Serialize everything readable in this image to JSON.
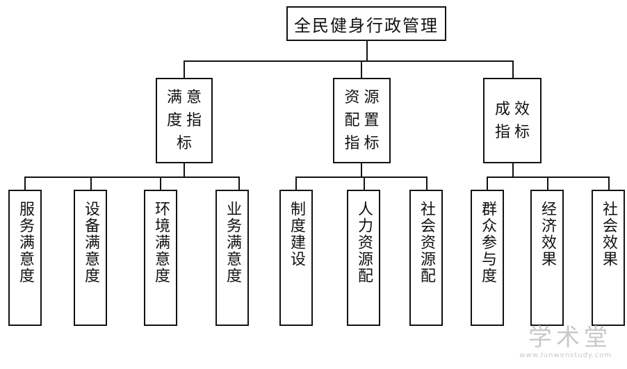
{
  "root": {
    "label": "全民健身行政管理"
  },
  "indicators": [
    {
      "label": "满意度指标",
      "children": [
        "服务满意度",
        "设备满意度",
        "环境满意度",
        "业务满意度"
      ]
    },
    {
      "label": "资源配置指标",
      "children": [
        "制度建设",
        "人力资源配",
        "社会资源配"
      ]
    },
    {
      "label": "成效指标",
      "children": [
        "群众参与度",
        "经济效果",
        "社会效果"
      ]
    }
  ],
  "watermark": {
    "main": "学术堂",
    "sub": "www.lunwenstudy.com"
  }
}
